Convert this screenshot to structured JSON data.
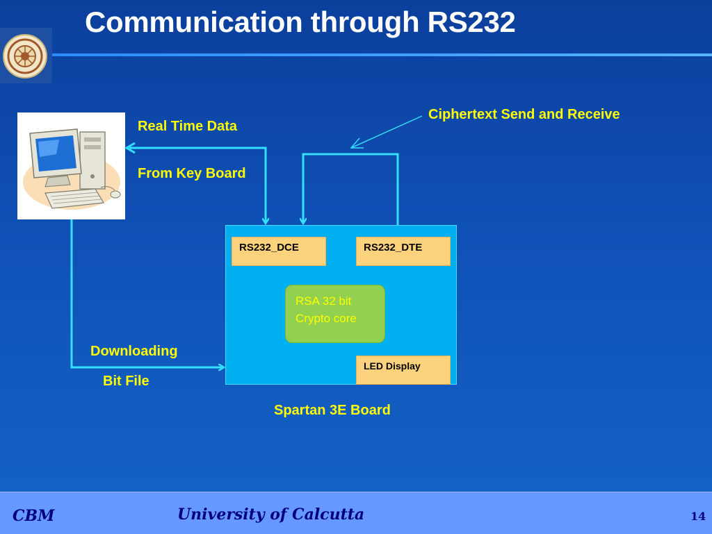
{
  "slide": {
    "title": "Communication through RS232",
    "page_number": "14"
  },
  "labels": {
    "real_time_data": "Real Time Data",
    "from_key_board": "From Key Board",
    "ciphertext": "Ciphertext Send and Receive",
    "downloading": "Downloading",
    "bit_file": "Bit File",
    "board_name": "Spartan 3E Board"
  },
  "board": {
    "rs232_dce": "RS232_DCE",
    "rs232_dte": "RS232_DTE",
    "core_line1": "RSA 32 bit",
    "core_line2": "Crypto core",
    "led_display": "LED Display"
  },
  "footer": {
    "left": "CBM",
    "center": "University of Calcutta"
  },
  "colors": {
    "background": "#0f4fb4",
    "label_text": "#ffff00",
    "wire": "#33e0ff",
    "board": "#00b0f0",
    "chip": "#fcd37c",
    "core": "#92d050",
    "footer": "#6699ff",
    "footer_text": "#000080"
  },
  "icons": {
    "logo": "university-seal-icon",
    "computer": "desktop-computer-icon"
  }
}
